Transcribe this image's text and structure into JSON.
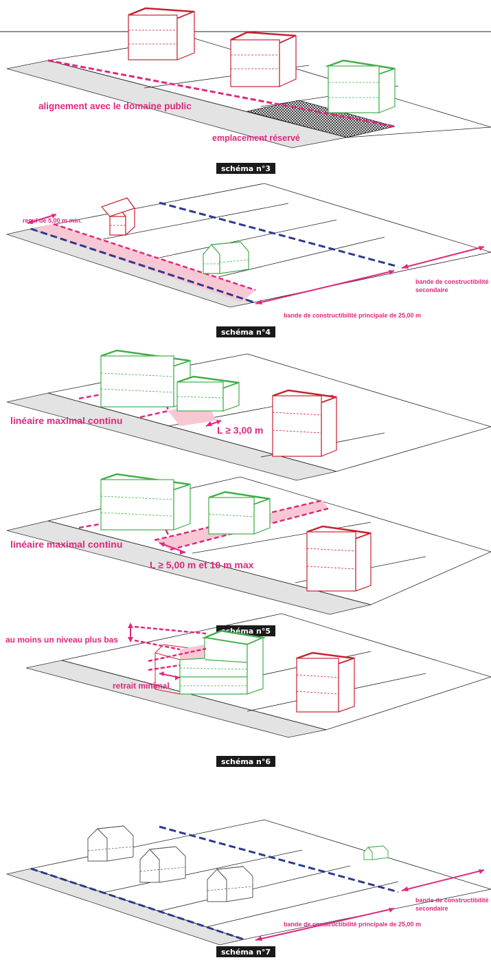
{
  "colors": {
    "magenta": "#e0277d",
    "pink_fill": "#f7c8d3",
    "red": "#c8202f",
    "green": "#3fae49",
    "blue": "#2a3a8f",
    "grey_strip": "#e3e3e3",
    "caption_bg": "#1a1a1a"
  },
  "schemas": [
    {
      "caption": "schéma n°3",
      "labels": {
        "alignment": "alignement avec le domaine public",
        "reserved": "emplacement réservé"
      }
    },
    {
      "caption": "schéma n°4",
      "labels": {
        "setback": "recul de 5,00 m min.",
        "secondary_1": "bande de constructibilité",
        "secondary_2": "secondaire",
        "primary": "bande de constructibilité principale de 25,00 m"
      }
    },
    {
      "caption": "schéma n°5",
      "labels": {
        "linear_a": "linéaire maximal continu",
        "gap_a": "L ≥ 3,00 m",
        "linear_b": "linéaire maximal continu",
        "gap_b": "L ≥ 5,00 m et 10 m max"
      }
    },
    {
      "caption": "schéma n°6",
      "labels": {
        "level": "au moins un niveau plus bas",
        "retreat": "retrait minimal"
      }
    },
    {
      "caption": "schéma n°7",
      "labels": {
        "secondary_1": "bande de constructibilité",
        "secondary_2": "secondaire",
        "primary": "bande de constructibilité principale de 25,00 m"
      }
    }
  ]
}
